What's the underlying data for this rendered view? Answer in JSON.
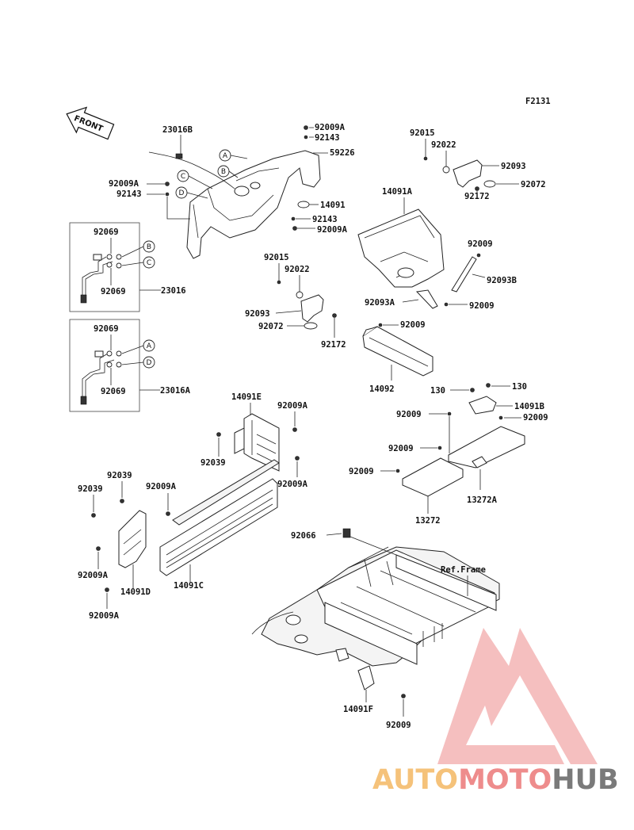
{
  "diagram": {
    "code": "F2131",
    "front_label": "FRONT",
    "ref_frame_label": "Ref.Frame",
    "callouts": [
      "A",
      "B",
      "C",
      "D"
    ],
    "part_numbers": {
      "p23016B": "23016B",
      "p92009A_1": "92009A",
      "p92143_1": "92143",
      "p59226": "59226",
      "p92009A_2": "92009A",
      "p92143_2": "92143",
      "p14091": "14091",
      "p92143_3": "92143",
      "p92009A_3": "92009A",
      "p92015_1": "92015",
      "p92022_1": "92022",
      "p92093_1": "92093",
      "p92072_1": "92072",
      "p92172_1": "92172",
      "p14091A": "14091A",
      "p92009_1": "92009",
      "p92093B": "92093B",
      "p92093A": "92093A",
      "p92009_2": "92009",
      "p92015_2": "92015",
      "p92022_2": "92022",
      "p92093_2": "92093",
      "p92072_2": "92072",
      "p92172_2": "92172",
      "p92009_3": "92009",
      "p14092": "14092",
      "p92069_1": "92069",
      "p92069_2": "92069",
      "p23016": "23016",
      "p92069_3": "92069",
      "p92069_4": "92069",
      "p23016A": "23016A",
      "p14091E": "14091E",
      "p92009A_4": "92009A",
      "p92039_1": "92039",
      "p92009A_5": "92009A",
      "p130_1": "130",
      "p130_2": "130",
      "p14091B": "14091B",
      "p92009_4": "92009",
      "p92009_5": "92009",
      "p92009_6": "92009",
      "p92009_7": "92009",
      "p13272A": "13272A",
      "p13272": "13272",
      "p92039_2": "92039",
      "p92039_3": "92039",
      "p92009A_6": "92009A",
      "p92009A_7": "92009A",
      "p14091D": "14091D",
      "p14091C": "14091C",
      "p92009A_8": "92009A",
      "p92066": "92066",
      "p14091F": "14091F",
      "p92009_8": "92009"
    }
  },
  "watermark": {
    "brand_part1": "AUTO",
    "brand_part2": "MOTO",
    "brand_part3": "HUB",
    "color_auto": "#f5c27a",
    "color_moto": "#ee8c8c",
    "color_hub": "#7a7a7a"
  }
}
